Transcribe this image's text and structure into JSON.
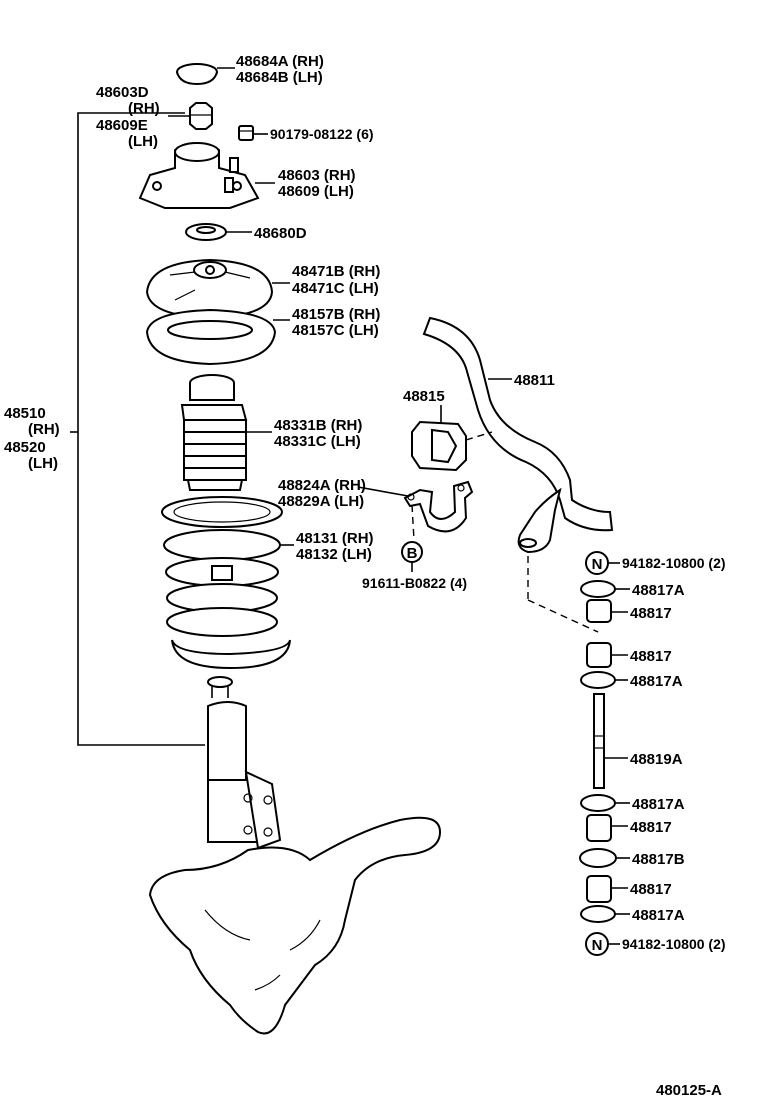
{
  "labels": {
    "cap_rh": "48684A (RH)",
    "cap_lh": "48684B (LH)",
    "nut_rh_code": "48603D",
    "nut_rh_tag": "(RH)",
    "nut_lh_code": "48609E",
    "nut_lh_tag": "(LH)",
    "bolt": "90179-08122 (6)",
    "support_rh": "48603 (RH)",
    "support_lh": "48609 (LH)",
    "bearing": "48680D",
    "seat_upper_rh": "48471B (RH)",
    "seat_upper_lh": "48471C (LH)",
    "insulator_rh": "48157B (RH)",
    "insulator_lh": "48157C (LH)",
    "stabilizer_bar": "48811",
    "bushing": "48815",
    "boot_rh": "48331B (RH)",
    "boot_lh": "48331C (LH)",
    "bracket_rh": "48824A (RH)",
    "bracket_lh": "48829A (LH)",
    "spring_rh": "48131 (RH)",
    "spring_lh": "48132 (LH)",
    "bolt_b": "91611-B0822 (4)",
    "b_marker": "B",
    "strut_code_rh": "48510",
    "strut_tag_rh": "(RH)",
    "strut_code_lh": "48520",
    "strut_tag_lh": "(LH)",
    "n_marker": "N",
    "nut_link": "94182-10800 (2)",
    "retainer_a": "48817A",
    "cushion": "48817",
    "retainer_b": "48817B",
    "link": "48819A",
    "figure_code": "480125-A"
  }
}
